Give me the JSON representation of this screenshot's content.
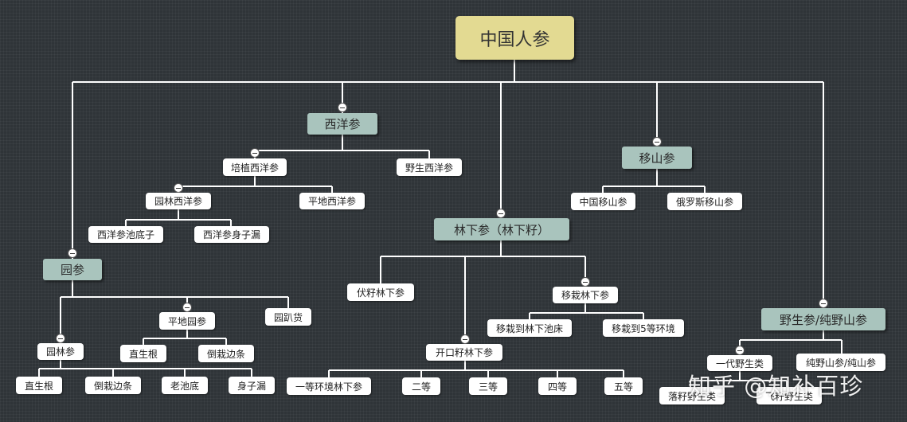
{
  "root": "中国人参",
  "categories": {
    "xiyang": "西洋参",
    "yishan": "移山参",
    "linxia": "林下参（林下籽）",
    "yuan": "园参",
    "yesheng": "野生参/纯野山参"
  },
  "xiyang": {
    "peizhi": "培植西洋参",
    "yesheng": "野生西洋参",
    "yuanlin": "园林西洋参",
    "pingdi": "平地西洋参",
    "chizizi": "西洋参池底子",
    "shenzilou": "西洋参身子漏"
  },
  "yishan": {
    "zhongguo": "中国移山参",
    "eluosi": "俄罗斯移山参"
  },
  "linxia": {
    "fuzi": "伏籽林下参",
    "yizai": "移栽林下参",
    "yizai_chichuang": "移栽到林下池床",
    "yizai_5deng": "移栽到5等环境",
    "kaikou": "开口籽林下参",
    "grades": [
      "一等环境林下参",
      "二等",
      "三等",
      "四等",
      "五等"
    ]
  },
  "yuan": {
    "pingdi": "平地园参",
    "yuanbahuo": "园趴货",
    "yuanlin": "园林参",
    "zhishenggen_1": "直生根",
    "daozai_1": "倒栽边条",
    "zhishenggen_2": "直生根",
    "daozai_2": "倒栽边条",
    "laochidi": "老池底",
    "shenzilou": "身子漏"
  },
  "yesheng": {
    "yidai": "一代野生类",
    "chunye": "纯野山参/纯山参",
    "luozi": "落籽野生类",
    "feizi": "飞籽野生类"
  },
  "watermark": "知乎 @知补百珍",
  "colors": {
    "background": "#2f3438",
    "root": "#e3da92",
    "category": "#a9c4bd",
    "leaf": "#ffffff",
    "line": "#ffffff"
  }
}
